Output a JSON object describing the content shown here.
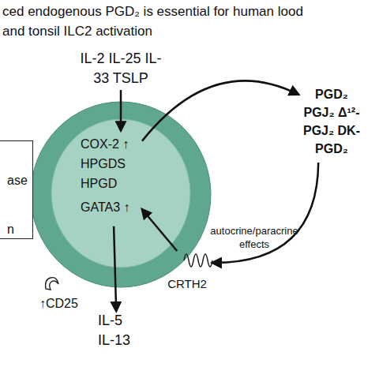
{
  "diagram": {
    "title": "ced endogenous PGD₂ is essential for human lood and tonsil ILC2 activation",
    "nodes": [
      {
        "text": [
          "↑CD25"
        ]
      },
      {
        "text": [
          "HPGDS",
          "HPGD"
        ],
        "in": 0
      },
      {
        "text": [
          "COX-2 ↑"
        ],
        "in": 1
      },
      {
        "text": [
          "GATA3 ↑"
        ],
        "in": 1
      },
      {
        "text": [
          "CRTH2"
        ],
        "in": 0
      },
      {
        "text": [
          "IL-2 IL-25 IL-33 TSLP"
        ]
      },
      {
        "text": [
          "IL-5 IL-13"
        ]
      },
      {
        "text": [
          "PGD₂ PGJ₂ Δ¹²-PGJ₂ DK-PGD₂"
        ]
      },
      {
        "text": [
          "ase",
          "n"
        ]
      }
    ],
    "edges": [
      {
        "from": 5,
        "to": 1,
        "arrow": "to"
      },
      {
        "from": 1,
        "to": 6,
        "arrow": "to"
      },
      {
        "from": 2,
        "to": 7,
        "arrow": "to"
      },
      {
        "from": 7,
        "to": 4,
        "label": "autocrine/paracrine effects",
        "arrow": "to"
      },
      {
        "from": 4,
        "to": 3,
        "arrow": "to"
      }
    ]
  }
}
